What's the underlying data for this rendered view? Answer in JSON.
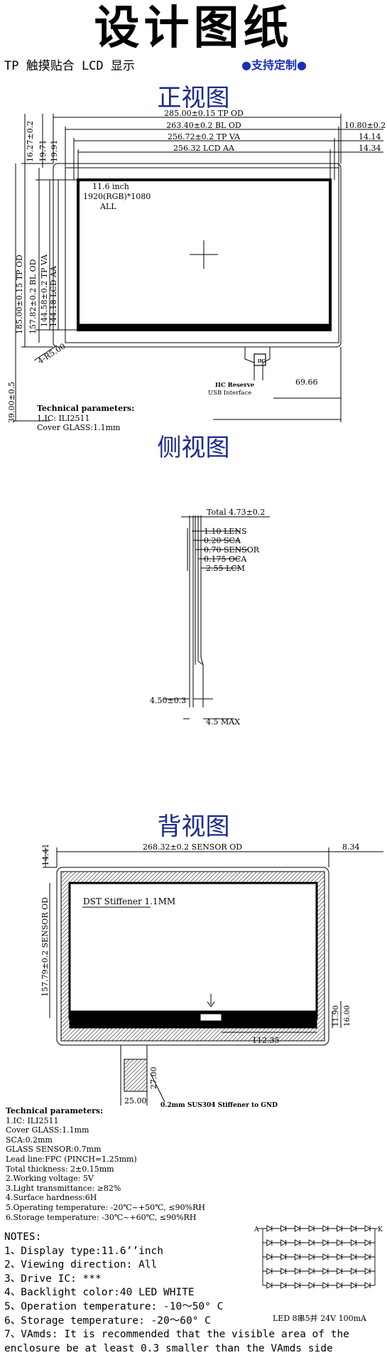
{
  "header": {
    "title": "设计图纸",
    "subtitle": "TP 触摸贴合 LCD 显示",
    "custom_badge": "●支持定制●"
  },
  "front_view": {
    "heading": "正视图",
    "dims_top": [
      "285.00±0.15 TP OD",
      "263.40±0.2 BL OD",
      "256.72±0.2 TP VA",
      "256.32 LCD AA"
    ],
    "dims_right": [
      "10.80±0.2",
      "14.14",
      "14.34"
    ],
    "dims_left_small": [
      "16.27±0.2",
      "19.71",
      "19.91"
    ],
    "dims_left_big": [
      "185.00±0.15 TP OD",
      "157.82±0.2 BL OD",
      "144.58±0.2 TP VA",
      "144.18 LCD AA"
    ],
    "screen_label": [
      "11.6 inch",
      "1920(RGB)*1080",
      "ALL"
    ],
    "corner": "4-R5.00",
    "bottom_height": "39.00±0.5",
    "iic": "IIC Reserve",
    "usb": "USB Interface",
    "fpc_offset": "69.66",
    "chip": "IIC"
  },
  "front_params": {
    "heading": "Technical parameters:",
    "lines": [
      "1.IC: ILI2511",
      "Cover GLASS:1.1mm"
    ]
  },
  "side_view": {
    "heading": "侧视图",
    "total": "Total 4.73±0.2",
    "layers": [
      "1.10 LENS",
      "0.20 SCA",
      "0.70 SENSOR",
      "0.175 OCA",
      "2.55 LCM"
    ],
    "bottom_a": "4.50±0.3",
    "bottom_b": "4.5 MAX"
  },
  "back_view": {
    "heading": "背视图",
    "top_left": "14.41",
    "sensor_od": "268.32±0.2 SENSOR OD",
    "top_right": "8.34",
    "left_od": "157.79±0.2 SENSOR OD",
    "stiffener": "DST Stiffener 1.1MM",
    "r1": "11.90",
    "r2": "16.00",
    "fpc_offset": "112.35",
    "tail_w": "25.00",
    "tail_h": "27.00",
    "sus_note": "0.2mm SUS304 Stiffener  to GND"
  },
  "tech_params": {
    "heading": "Technical parameters:",
    "lines": [
      "1.IC: ILI2511",
      "Cover GLASS:1.1mm",
      "SCA:0.2mm",
      "GLASS SENSOR:0.7mm",
      "Lead line:FPC (PINCH=1.25mm)",
      "Total thickness: 2±0.15mm",
      "2.Working voltage:   5V",
      "3.Light transmittance: ≥82%",
      "4.Surface hardness:6H",
      "5.Operating temperature: -20℃~+50℃, ≤90%RH",
      "6.Storage temperature: -30℃~+60℃, ≤90%RH"
    ]
  },
  "notes": {
    "heading": "NOTES:",
    "items": [
      "1、Display type:11.6’’inch",
      "2、Viewing direction: All",
      "3、Drive IC: ***",
      "4、Backlight color:40 LED WHITE",
      "5、Operation temperature: -10～50° C",
      "6、Storage temperature: -20～60° C",
      "7、VAmds: It is recommended that the visible area of the",
      "enclosure be at least 0.3 smaller than the VAmds side"
    ]
  },
  "led": {
    "anode": "A",
    "cathode": "K",
    "caption": "LED 8串5并 24V 100mA"
  }
}
